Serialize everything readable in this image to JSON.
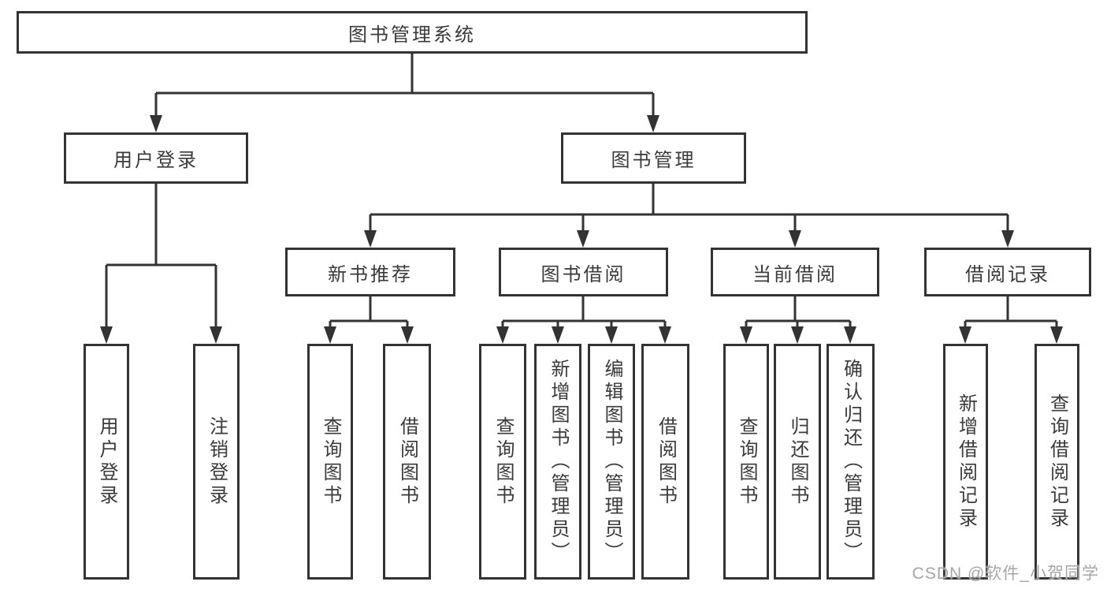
{
  "diagram": {
    "root": {
      "label": "图书管理系统"
    },
    "branches": [
      {
        "label": "用户登录",
        "children": [
          {
            "label": "用户登录"
          },
          {
            "label": "注销登录"
          }
        ]
      },
      {
        "label": "图书管理",
        "children": [
          {
            "label": "新书推荐",
            "children": [
              {
                "label": "查询图书"
              },
              {
                "label": "借阅图书"
              }
            ]
          },
          {
            "label": "图书借阅",
            "children": [
              {
                "label": "查询图书"
              },
              {
                "label": "新增图书（管理员）"
              },
              {
                "label": "编辑图书（管理员）"
              },
              {
                "label": "借阅图书"
              }
            ]
          },
          {
            "label": "当前借阅",
            "children": [
              {
                "label": "查询图书"
              },
              {
                "label": "归还图书"
              },
              {
                "label": "确认归还（管理员）"
              }
            ]
          },
          {
            "label": "借阅记录",
            "children": [
              {
                "label": "新增借阅记录"
              },
              {
                "label": "查询借阅记录"
              }
            ]
          }
        ]
      }
    ]
  },
  "watermark": {
    "text": "CSDN @软件_小贺同学"
  },
  "colors": {
    "line": "#333333",
    "text": "#3a3a3a",
    "background": "#ffffff",
    "watermark": "#a6a6a6"
  }
}
